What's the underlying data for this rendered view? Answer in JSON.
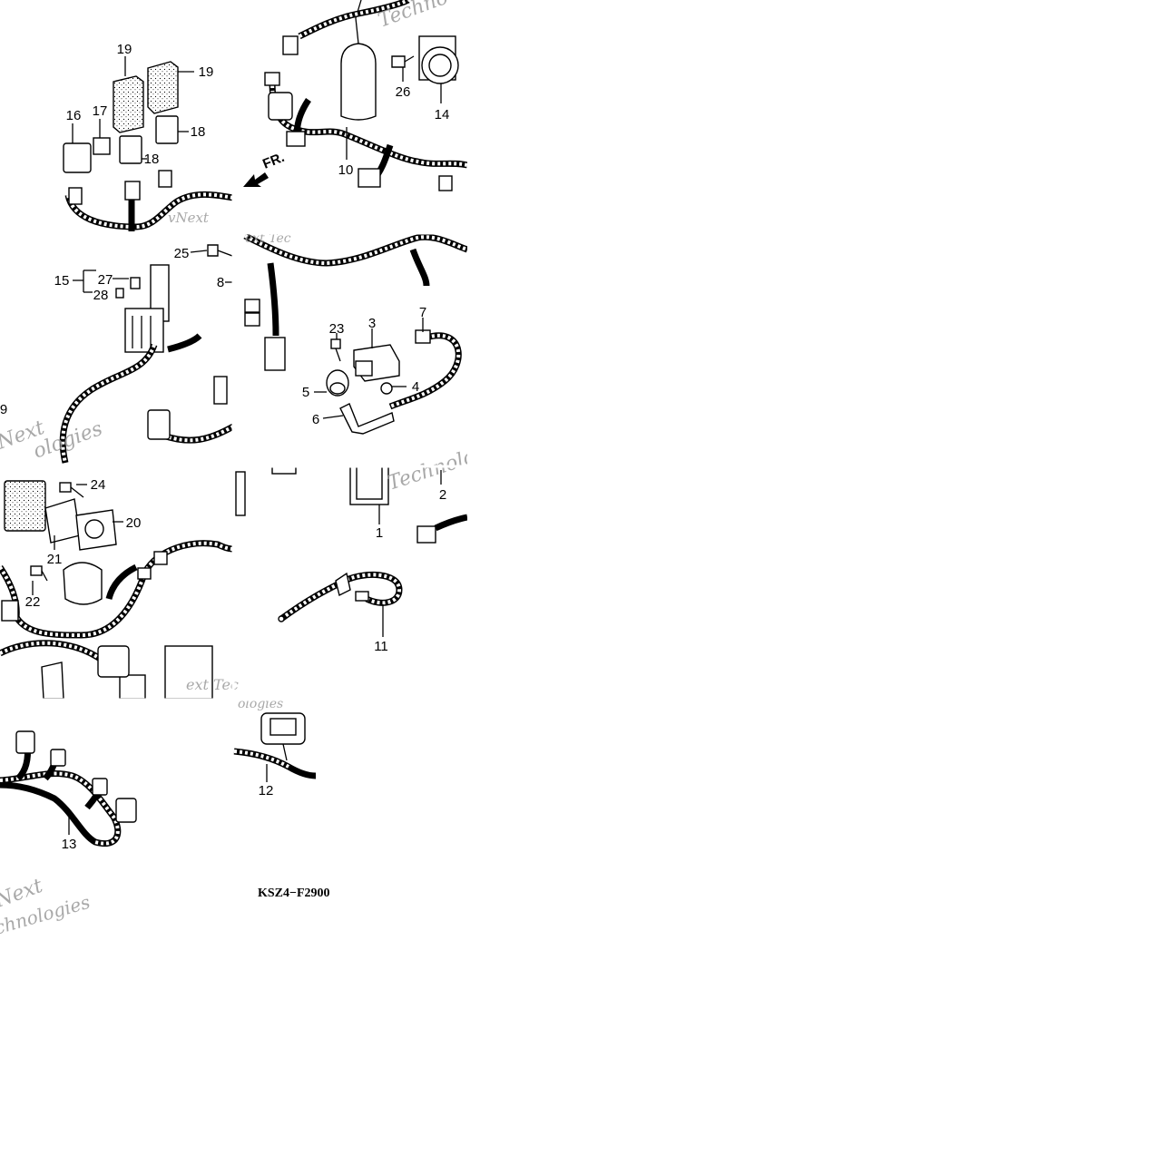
{
  "diagram": {
    "code": "KSZ4−F2900",
    "direction_label": "FR.",
    "watermarks": [
      "vNext",
      "Technologies",
      "Techno",
      "Next",
      "ologies",
      "ext Tec",
      "chnologies"
    ],
    "callouts": [
      "1",
      "2",
      "3",
      "4",
      "5",
      "6",
      "7",
      "8",
      "9",
      "10",
      "11",
      "12",
      "13",
      "14",
      "15",
      "16",
      "17",
      "18",
      "18",
      "19",
      "19",
      "20",
      "21",
      "22",
      "23",
      "24",
      "25",
      "26",
      "27",
      "28"
    ]
  }
}
